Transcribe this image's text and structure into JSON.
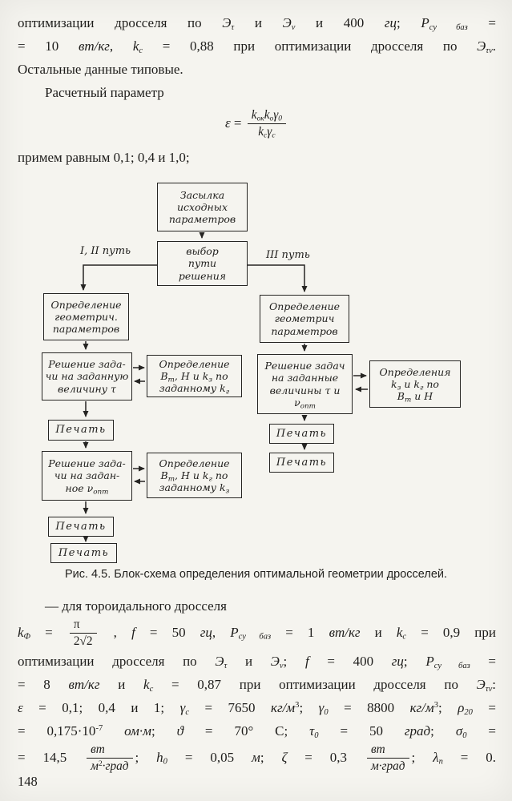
{
  "colors": {
    "paper": "#f5f4ef",
    "ink": "#1e1d1b"
  },
  "page_number": "148",
  "intro": {
    "lines": [
      [
        "оптимизации дросселя по ",
        {
          "i": "Э"
        },
        {
          "b": "τ"
        },
        " и ",
        {
          "i": "Э"
        },
        {
          "b": "ν"
        },
        " и 400 ",
        {
          "i": "гц"
        },
        ";  ",
        {
          "i": "P"
        },
        {
          "b": "су баз"
        },
        " ="
      ],
      [
        "= 10 ",
        {
          "i": "вт/кг"
        },
        ",  ",
        {
          "i": "k"
        },
        {
          "b": "с"
        },
        " = 0,88 при оптимизации дросселя по ",
        {
          "i": "Э"
        },
        {
          "b": "τν"
        },
        "."
      ],
      [
        "Остальные данные типовые."
      ],
      [
        "Расчетный параметр"
      ]
    ],
    "formula": [
      {
        "i": "ε"
      },
      " = ",
      {
        "f": [
          [
            {
              "i": "k"
            },
            {
              "b": "ок"
            },
            {
              "i": "k"
            },
            {
              "b": "о"
            },
            {
              "i": "γ"
            },
            {
              "b": "0"
            }
          ],
          [
            {
              "i": "k"
            },
            {
              "b": "с"
            },
            {
              "i": "γ"
            },
            {
              "b": "с"
            }
          ]
        ]
      }
    ],
    "accept_line": [
      "примем  равным  0,1;  0,4  и  1,0;"
    ]
  },
  "flowchart": {
    "path_label_left": "I, II путь",
    "path_label_right": "III путь",
    "boxes": {
      "start": {
        "lines": [
          [
            "Засылка"
          ],
          [
            "исходных"
          ],
          [
            "параметров"
          ]
        ]
      },
      "choose": {
        "lines": [
          [
            "выбор"
          ],
          [
            "пути"
          ],
          [
            "решения"
          ]
        ]
      },
      "geomL": {
        "lines": [
          [
            "Определение"
          ],
          [
            "геометрич."
          ],
          [
            "параметров"
          ]
        ]
      },
      "solveTau": {
        "lines": [
          [
            "Решение зада-"
          ],
          [
            "чи на заданную"
          ],
          [
            "величину ",
            {
              "i": "τ"
            }
          ]
        ]
      },
      "defKg": {
        "lines": [
          [
            "Определение"
          ],
          [
            {
              "i": "B"
            },
            {
              "b": "m"
            },
            ", ",
            {
              "i": "H"
            },
            " и ",
            {
              "i": "k"
            },
            {
              "b": "з"
            },
            " по"
          ],
          [
            "заданному ",
            {
              "i": "k"
            },
            {
              "b": "г"
            }
          ]
        ]
      },
      "print1": {
        "lines": [
          [
            "Печать"
          ]
        ]
      },
      "solveNu": {
        "lines": [
          [
            "Решение зада-"
          ],
          [
            "чи на задан-"
          ],
          [
            "ное ",
            {
              "i": "ν"
            },
            {
              "b": "опт"
            }
          ]
        ]
      },
      "defKz": {
        "lines": [
          [
            "Определение"
          ],
          [
            {
              "i": "B"
            },
            {
              "b": "m"
            },
            ", ",
            {
              "i": "H"
            },
            " и ",
            {
              "i": "k"
            },
            {
              "b": "г"
            },
            " по"
          ],
          [
            "заданному ",
            {
              "i": "k"
            },
            {
              "b": "з"
            }
          ]
        ]
      },
      "print2": {
        "lines": [
          [
            "Печать"
          ]
        ]
      },
      "print3": {
        "lines": [
          [
            "Печать"
          ]
        ]
      },
      "geomR": {
        "lines": [
          [
            "Определение"
          ],
          [
            "геометрич"
          ],
          [
            "параметров"
          ]
        ]
      },
      "solveBoth": {
        "lines": [
          [
            "Решение задач"
          ],
          [
            "на заданные"
          ],
          [
            "величины ",
            {
              "i": "τ"
            },
            " и"
          ],
          [
            {
              "i": "ν"
            },
            {
              "b": "опт"
            }
          ]
        ]
      },
      "defKzKg": {
        "lines": [
          [
            "Определения"
          ],
          [
            {
              "i": "k"
            },
            {
              "b": "з"
            },
            " и ",
            {
              "i": "k"
            },
            {
              "b": "г"
            },
            " по"
          ],
          [
            {
              "i": "B"
            },
            {
              "b": "m"
            },
            " и ",
            {
              "i": "H"
            }
          ]
        ]
      },
      "print4": {
        "lines": [
          [
            "Печать"
          ]
        ]
      },
      "print5": {
        "lines": [
          [
            "Печать"
          ]
        ]
      }
    }
  },
  "caption": "Рис. 4.5. Блок-схема определения оптимальной геометрии дросселей.",
  "bottom": {
    "lines": [
      [
        "— для тороидального дросселя"
      ],
      [
        {
          "i": "k"
        },
        {
          "b": "Ф"
        },
        " = ",
        {
          "f": [
            [
              "π"
            ],
            [
              "2√2"
            ]
          ]
        },
        " ,  ",
        {
          "i": "f"
        },
        " = 50 ",
        {
          "i": "гц"
        },
        ",  ",
        {
          "i": "P"
        },
        {
          "b": "су баз"
        },
        " = 1 ",
        {
          "i": "вт/кг"
        },
        "  и  ",
        {
          "i": "k"
        },
        {
          "b": "с"
        },
        " = 0,9  при"
      ],
      [
        "оптимизации дросселя по ",
        {
          "i": "Э"
        },
        {
          "b": "τ"
        },
        " и ",
        {
          "i": "Э"
        },
        {
          "b": "ν"
        },
        ";  ",
        {
          "i": "f"
        },
        " = 400 ",
        {
          "i": "гц"
        },
        ";  ",
        {
          "i": "P"
        },
        {
          "b": "су баз"
        },
        " ="
      ],
      [
        "= 8 ",
        {
          "i": "вт/кг"
        },
        " и ",
        {
          "i": "k"
        },
        {
          "b": "с"
        },
        " = 0,87 при оптимизации дросселя по ",
        {
          "i": "Э"
        },
        {
          "b": "τν"
        },
        ":"
      ],
      [
        {
          "i": "ε"
        },
        " = 0,1;  0,4 и 1;   ",
        {
          "i": "γ"
        },
        {
          "b": "с"
        },
        " = 7650 ",
        {
          "i": "кг/м"
        },
        {
          "p": "3"
        },
        ";   ",
        {
          "i": "γ"
        },
        {
          "b": "0"
        },
        " = 8800 ",
        {
          "i": "кг/м"
        },
        {
          "p": "3"
        },
        ";   ",
        {
          "i": "ρ"
        },
        {
          "b": "20"
        },
        " ="
      ],
      [
        "= 0,175·10",
        {
          "p": "-7"
        },
        "   ",
        {
          "i": "ом·м"
        },
        ";   ",
        {
          "i": "ϑ"
        },
        " = 70° С;   ",
        {
          "i": "τ"
        },
        {
          "b": "0"
        },
        " = 50   ",
        {
          "i": "град"
        },
        ";   ",
        {
          "i": "σ"
        },
        {
          "b": "0"
        },
        " ="
      ],
      [
        "= 14,5 ",
        {
          "f": [
            [
              {
                "i": "вт"
              }
            ],
            [
              {
                "i": "м"
              },
              {
                "p": "2"
              },
              {
                "i": "·град"
              }
            ]
          ]
        },
        ";  ",
        {
          "i": "h"
        },
        {
          "b": "0"
        },
        " = 0,05 ",
        {
          "i": "м"
        },
        ";  ",
        {
          "i": "ζ"
        },
        " = 0,3 ",
        {
          "f": [
            [
              {
                "i": "вт"
              }
            ],
            [
              {
                "i": "м·град"
              }
            ]
          ]
        },
        ";  ",
        {
          "i": "λ"
        },
        {
          "b": "п"
        },
        " = 0."
      ]
    ]
  }
}
